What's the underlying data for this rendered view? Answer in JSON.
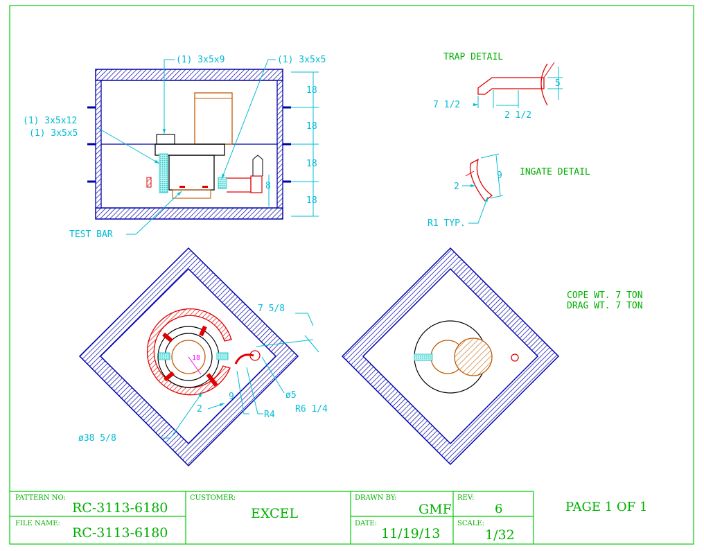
{
  "colors": {
    "border": "#00cc00",
    "dim": "#00bcd4",
    "flask": "#0000aa",
    "casting": "#c05a00",
    "gate": "#e00000",
    "text_green": "#00b000",
    "filter": "#33cccc",
    "center": "#ff00ff"
  },
  "section_view": {
    "callouts": {
      "top_left": "(1) 3x5x9",
      "top_right": "(1) 3x5x5",
      "left_1": "(1) 3x5x12",
      "left_2": "(1) 3x5x5",
      "test_bar": "TEST BAR"
    },
    "dims": [
      "18",
      "18",
      "18",
      "18",
      "8"
    ]
  },
  "trap_detail": {
    "title": "TRAP DETAIL",
    "dim_length": "7 1/2",
    "dim_width": "2 1/2",
    "dim_height": "5"
  },
  "ingate_detail": {
    "title": "INGATE DETAIL",
    "dim_side": "2",
    "dim_length": "9",
    "radius": "R1 TYP."
  },
  "cope_plan": {
    "dim_offset": "7 5/8",
    "center_dim": "18",
    "dim_9": "9",
    "dim_2": "2",
    "r4": "R4",
    "r6": "R6 1/4",
    "dia5": "ø5",
    "dia38": "ø38 5/8"
  },
  "weights": {
    "cope": "COPE WT. 7 TON",
    "drag": "DRAG WT. 7 TON"
  },
  "title_block": {
    "pattern_label": "PATTERN NO:",
    "pattern_value": "RC-3113-6180",
    "file_label": "FILE NAME:",
    "file_value": "RC-3113-6180",
    "customer_label": "CUSTOMER:",
    "customer_value": "EXCEL",
    "drawn_label": "DRAWN BY:",
    "drawn_value": "GMF",
    "date_label": "DATE:",
    "date_value": "11/19/13",
    "rev_label": "REV:",
    "rev_value": "6",
    "scale_label": "SCALE:",
    "scale_value": "1/32",
    "page": "PAGE 1 OF 1"
  }
}
